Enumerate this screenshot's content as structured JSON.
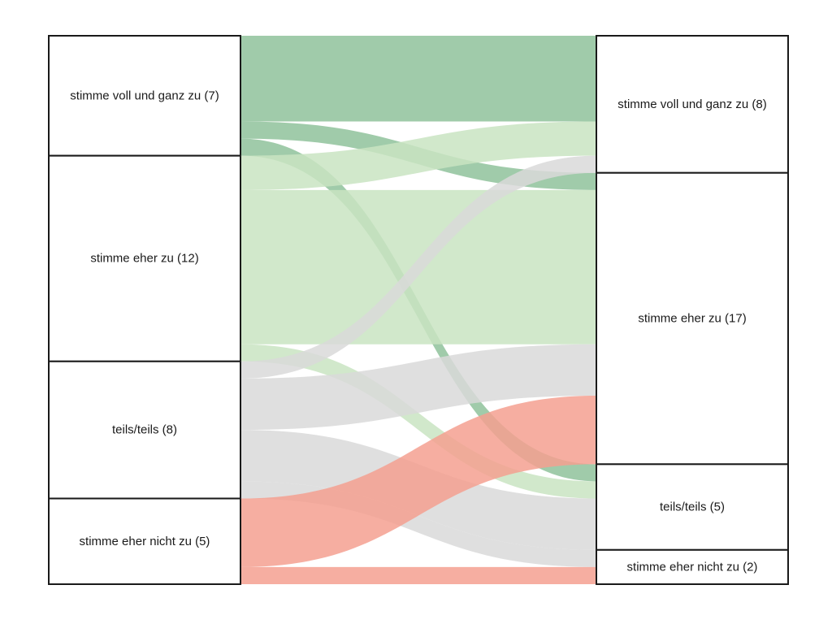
{
  "chart_data": {
    "type": "sankey",
    "title": "",
    "colors": {
      "stimme voll und ganz zu": "#8fc29b",
      "stimme eher zu": "#c9e4c2",
      "teils/teils": "#d9d9d9",
      "stimme eher nicht zu": "#f4a090"
    },
    "left_nodes": [
      {
        "key": "stimme voll und ganz zu",
        "label": "stimme voll und ganz zu (7)",
        "value": 7
      },
      {
        "key": "stimme eher zu",
        "label": "stimme eher zu (12)",
        "value": 12
      },
      {
        "key": "teils/teils",
        "label": "teils/teils (8)",
        "value": 8
      },
      {
        "key": "stimme eher nicht zu",
        "label": "stimme eher nicht zu (5)",
        "value": 5
      }
    ],
    "right_nodes": [
      {
        "key": "stimme voll und ganz zu",
        "label": "stimme voll und ganz zu (8)",
        "value": 8
      },
      {
        "key": "stimme eher zu",
        "label": "stimme eher zu (17)",
        "value": 17
      },
      {
        "key": "teils/teils",
        "label": "teils/teils (5)",
        "value": 5
      },
      {
        "key": "stimme eher nicht zu",
        "label": "stimme eher nicht zu (2)",
        "value": 2
      }
    ],
    "flows": [
      {
        "source": "stimme voll und ganz zu",
        "target": "stimme voll und ganz zu",
        "value": 5
      },
      {
        "source": "stimme voll und ganz zu",
        "target": "stimme eher zu",
        "value": 1
      },
      {
        "source": "stimme voll und ganz zu",
        "target": "teils/teils",
        "value": 1
      },
      {
        "source": "stimme eher zu",
        "target": "stimme voll und ganz zu",
        "value": 2
      },
      {
        "source": "stimme eher zu",
        "target": "stimme eher zu",
        "value": 9
      },
      {
        "source": "stimme eher zu",
        "target": "teils/teils",
        "value": 1
      },
      {
        "source": "teils/teils",
        "target": "stimme voll und ganz zu",
        "value": 1
      },
      {
        "source": "teils/teils",
        "target": "stimme eher zu",
        "value": 3
      },
      {
        "source": "teils/teils",
        "target": "teils/teils",
        "value": 3
      },
      {
        "source": "teils/teils",
        "target": "stimme eher nicht zu",
        "value": 1
      },
      {
        "source": "stimme eher nicht zu",
        "target": "stimme eher zu",
        "value": 4
      },
      {
        "source": "stimme eher nicht zu",
        "target": "stimme eher nicht zu",
        "value": 1
      }
    ]
  }
}
